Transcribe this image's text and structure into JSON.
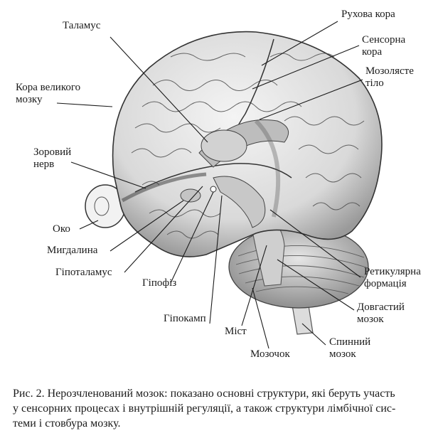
{
  "labels": {
    "thalamus": "Таламус",
    "motor_cortex": "Рухова кора",
    "sensory_cortex": "Сенсорна\nкора",
    "corpus_callosum": "Мозолясте\nтіло",
    "cerebral_cortex": "Кора великого\nмозку",
    "optic_nerve": "Зоровий\nнерв",
    "eye": "Око",
    "amygdala": "Мигдалина",
    "hypothalamus": "Гіпоталамус",
    "pituitary": "Гіпофіз",
    "hippocampus": "Гіпокамп",
    "pons": "Міст",
    "cerebellum": "Мозочок",
    "reticular_formation": "Ретикулярна\nформація",
    "medulla": "Довгастий\nмозок",
    "spinal_cord": "Спинний\nмозок"
  },
  "caption": {
    "line1": "Рис. 2. Нерозчленований мозок: показано основні структури, які беруть участь",
    "line2": "у сенсорних процесах і внутрішній регуляції, а також структури лімбічної сис-",
    "line3": "теми і стовбура мозку."
  }
}
